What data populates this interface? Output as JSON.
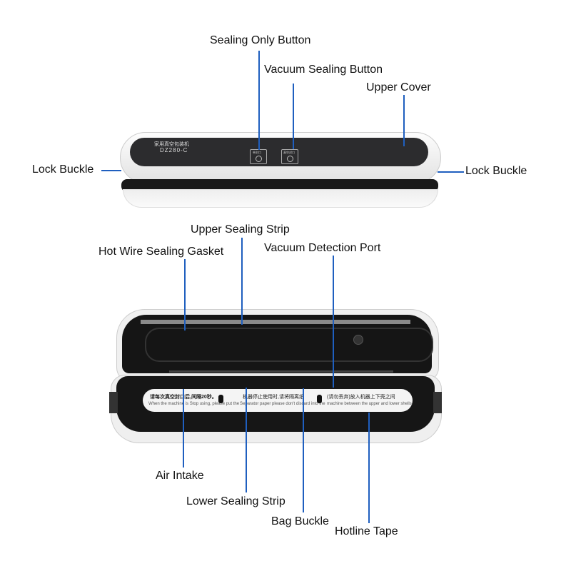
{
  "labels": {
    "sealing_only_button": "Sealing Only Button",
    "vacuum_sealing_button": "Vacuum Sealing Button",
    "upper_cover": "Upper Cover",
    "lock_buckle_left": "Lock Buckle",
    "lock_buckle_right": "Lock Buckle",
    "upper_sealing_strip": "Upper Sealing Strip",
    "hot_wire_sealing_gasket": "Hot Wire Sealing Gasket",
    "vacuum_detection_port": "Vacuum Detection Port",
    "air_intake": "Air Intake",
    "lower_sealing_strip": "Lower Sealing Strip",
    "bag_buckle": "Bag Buckle",
    "hotline_tape": "Hotline Tape"
  },
  "device": {
    "brand_cn": "家用真空包装机",
    "model": "DZ280-C",
    "btn_seal": "单封口",
    "btn_vacuum": "真空封口"
  },
  "sticker": {
    "cn1": "请每次真空封口后,间隔20秒。",
    "en1": "When the machine is Stop using, please put the",
    "cn2": "机器停止使用时,请将隔离纸",
    "en2": "Separator paper please don't discard into the",
    "cn3": "(请勿丢弃)放入机器上下壳之间",
    "en3": "machine between the upper and lower shells."
  },
  "colors": {
    "leader_line": "#1f5fbf",
    "panel": "#2a2a2a",
    "shell": "#f2f2f2"
  }
}
